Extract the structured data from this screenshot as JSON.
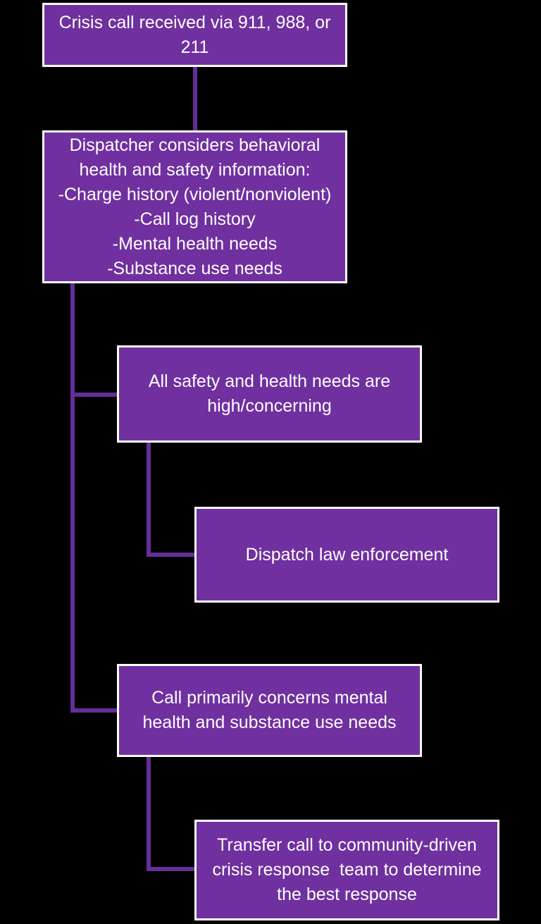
{
  "canvas": {
    "background": "#000000"
  },
  "style": {
    "box_fill": "#7030A0",
    "box_border": "#FFFFFF",
    "connector_color": "#632E96",
    "text_color": "#FFFFFF"
  },
  "flowchart": {
    "nodes": [
      {
        "id": "crisis-call-received",
        "lines": [
          "Crisis call received via 911, 988, or",
          "211"
        ]
      },
      {
        "id": "dispatcher-considers",
        "lines": [
          "Dispatcher considers behavioral",
          "health and safety information:",
          "-Charge history (violent/nonviolent)",
          "-Call log history",
          "-Mental health needs",
          "-Substance use needs"
        ]
      },
      {
        "id": "all-needs-high-concerning",
        "lines": [
          "All safety and health needs are",
          "high/concerning"
        ]
      },
      {
        "id": "dispatch-law-enforcement",
        "lines": [
          "Dispatch law enforcement"
        ]
      },
      {
        "id": "call-primarily-mental-substance",
        "lines": [
          "Call primarily concerns mental",
          "health and substance use needs"
        ]
      },
      {
        "id": "transfer-to-community-team",
        "lines": [
          "Transfer call to community-driven",
          "crisis response  team to determine",
          "the best response"
        ]
      }
    ]
  }
}
